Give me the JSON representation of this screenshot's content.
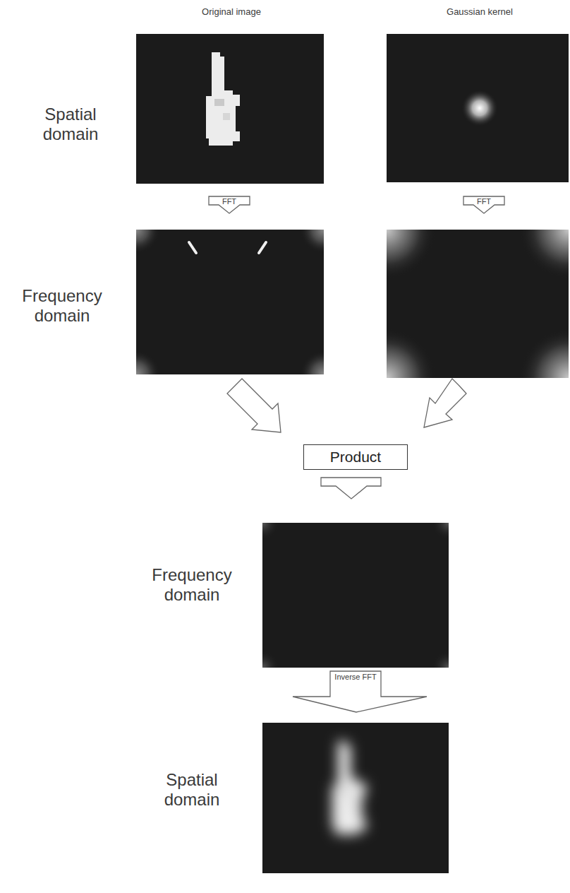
{
  "diagram": {
    "nodes": [
      {
        "text": [
          "Product"
        ]
      }
    ],
    "labels": [
      "Original image",
      "Gaussian kernel",
      "Spatial domain",
      "FFT",
      "FFT",
      "Frequency domain",
      "Frequency domain",
      "Spatial domain",
      "Inverse FFT"
    ]
  }
}
